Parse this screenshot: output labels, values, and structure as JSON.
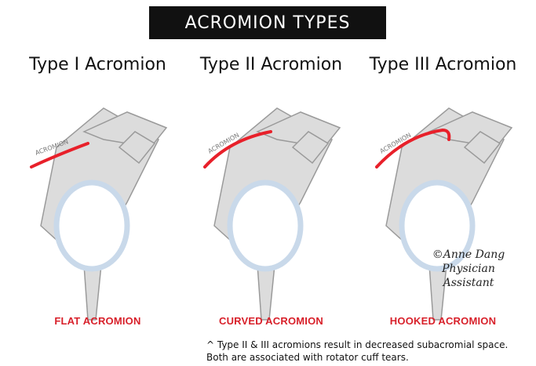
{
  "title": "ACROMION TYPES",
  "panels": [
    {
      "heading": "Type I Acromion",
      "caption": "FLAT ACROMION",
      "bone_label": "ACROMION"
    },
    {
      "heading": "Type II Acromion",
      "caption": "CURVED ACROMION",
      "bone_label": "ACROMION"
    },
    {
      "heading": "Type III Acromion",
      "caption": "HOOKED ACROMION",
      "bone_label": "ACROMION"
    }
  ],
  "footnote": {
    "line1": "^ Type II & III acromions result in decreased subacromial space.",
    "line2": "Both are associated with rotator cuff tears."
  },
  "signature": {
    "line1": "©Anne Dang",
    "line2": "Physician Assistant"
  },
  "colors": {
    "bone": "#d9d9d9",
    "bone_outline": "#9a9a9a",
    "highlight": "#e8202a",
    "glenoid": "#c9d9ea"
  }
}
